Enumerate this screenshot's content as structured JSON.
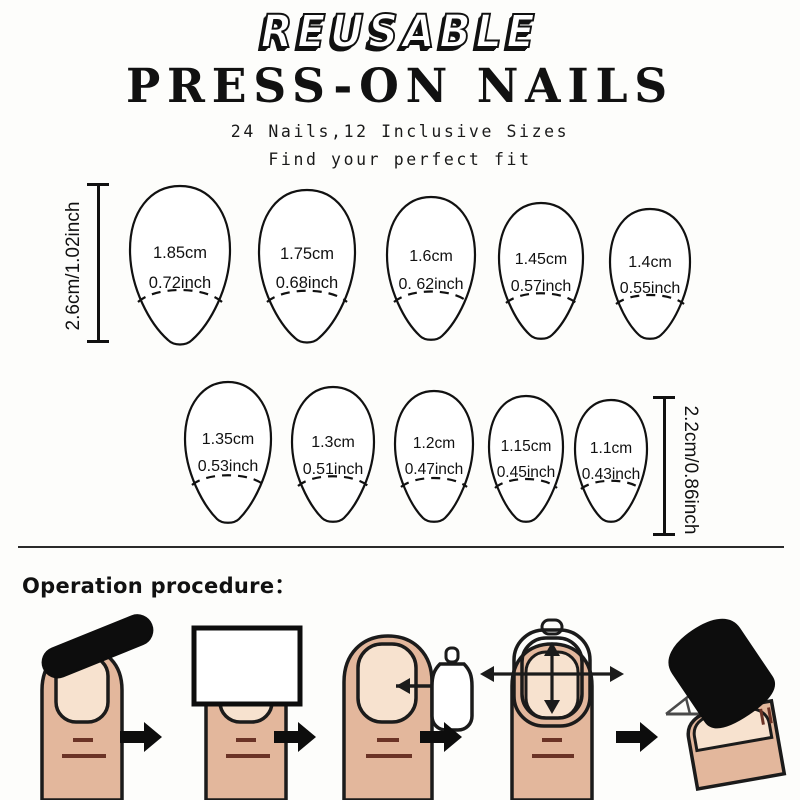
{
  "header": {
    "title_top": "REUSABLE",
    "title_main": "PRESS-ON NAILS",
    "subtitle_1": "24 Nails,12 Inclusive Sizes",
    "subtitle_2": "Find your perfect fit"
  },
  "chart_data": {
    "type": "table",
    "title": "Press-on nail size chart",
    "columns": [
      "width_cm",
      "width_inch"
    ],
    "rows": [
      {
        "row": 1,
        "index": 0,
        "cm": "1.85cm",
        "inch": "0.72inch"
      },
      {
        "row": 1,
        "index": 1,
        "cm": "1.75cm",
        "inch": "0.68inch"
      },
      {
        "row": 1,
        "index": 2,
        "cm": "1.6cm",
        "inch": "0. 62inch"
      },
      {
        "row": 1,
        "index": 3,
        "cm": "1.45cm",
        "inch": "0.57inch"
      },
      {
        "row": 1,
        "index": 4,
        "cm": "1.4cm",
        "inch": "0.55inch"
      },
      {
        "row": 2,
        "index": 5,
        "cm": "1.35cm",
        "inch": "0.53inch"
      },
      {
        "row": 2,
        "index": 6,
        "cm": "1.3cm",
        "inch": "0.51inch"
      },
      {
        "row": 2,
        "index": 7,
        "cm": "1.2cm",
        "inch": "0.47inch"
      },
      {
        "row": 2,
        "index": 8,
        "cm": "1.15cm",
        "inch": "0.45inch"
      },
      {
        "row": 2,
        "index": 9,
        "cm": "1.1cm",
        "inch": "0.43inch"
      }
    ],
    "length_measures": [
      {
        "position": "left",
        "label": "2.6cm/1.02inch",
        "applies_to_row": 1
      },
      {
        "position": "right",
        "label": "2.2cm/0.86inch",
        "applies_to_row": 2
      }
    ]
  },
  "sizes_row1": [
    {
      "cm": "1.85cm",
      "inch": "0.72inch"
    },
    {
      "cm": "1.75cm",
      "inch": "0.68inch"
    },
    {
      "cm": "1.6cm",
      "inch": "0. 62inch"
    },
    {
      "cm": "1.45cm",
      "inch": "0.57inch"
    },
    {
      "cm": "1.4cm",
      "inch": "0.55inch"
    }
  ],
  "sizes_row2": [
    {
      "cm": "1.35cm",
      "inch": "0.53inch"
    },
    {
      "cm": "1.3cm",
      "inch": "0.51inch"
    },
    {
      "cm": "1.2cm",
      "inch": "0.47inch"
    },
    {
      "cm": "1.15cm",
      "inch": "0.45inch"
    },
    {
      "cm": "1.1cm",
      "inch": "0.43inch"
    }
  ],
  "measures": {
    "left": "2.6cm/1.02inch",
    "right": "2.2cm/0.86inch"
  },
  "operation": {
    "heading": "Operation procedure：",
    "steps": [
      {
        "icon": "nail-file-icon",
        "name": "file-nail-step"
      },
      {
        "icon": "prep-wipe-icon",
        "name": "clean-nail-step"
      },
      {
        "icon": "glue-bottle-icon",
        "name": "apply-glue-step"
      },
      {
        "icon": "align-nail-icon",
        "name": "align-nail-step"
      },
      {
        "icon": "press-nail-icon",
        "name": "press-nail-step"
      }
    ],
    "arrow_icon": "arrow-right-icon"
  },
  "colors": {
    "background": "#fdfdfb",
    "ink": "#111111",
    "skin": "#e3b79c",
    "skin_light": "#f6ddc6",
    "nail_plate": "#f7e2cf",
    "outline": "#1b1b1b",
    "crease": "#6b3326"
  }
}
